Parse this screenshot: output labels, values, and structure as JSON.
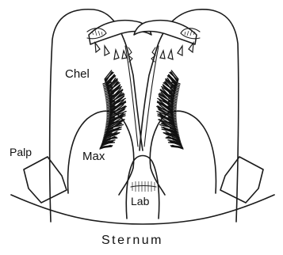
{
  "labels": {
    "chelicera": "Chel",
    "maxilla": "Max",
    "palp": "Palp",
    "labium": "Lab",
    "sternum": "Sternum"
  },
  "colors": {
    "ink": "#1a1a1a",
    "hair": "#111111",
    "background": "#ffffff"
  }
}
